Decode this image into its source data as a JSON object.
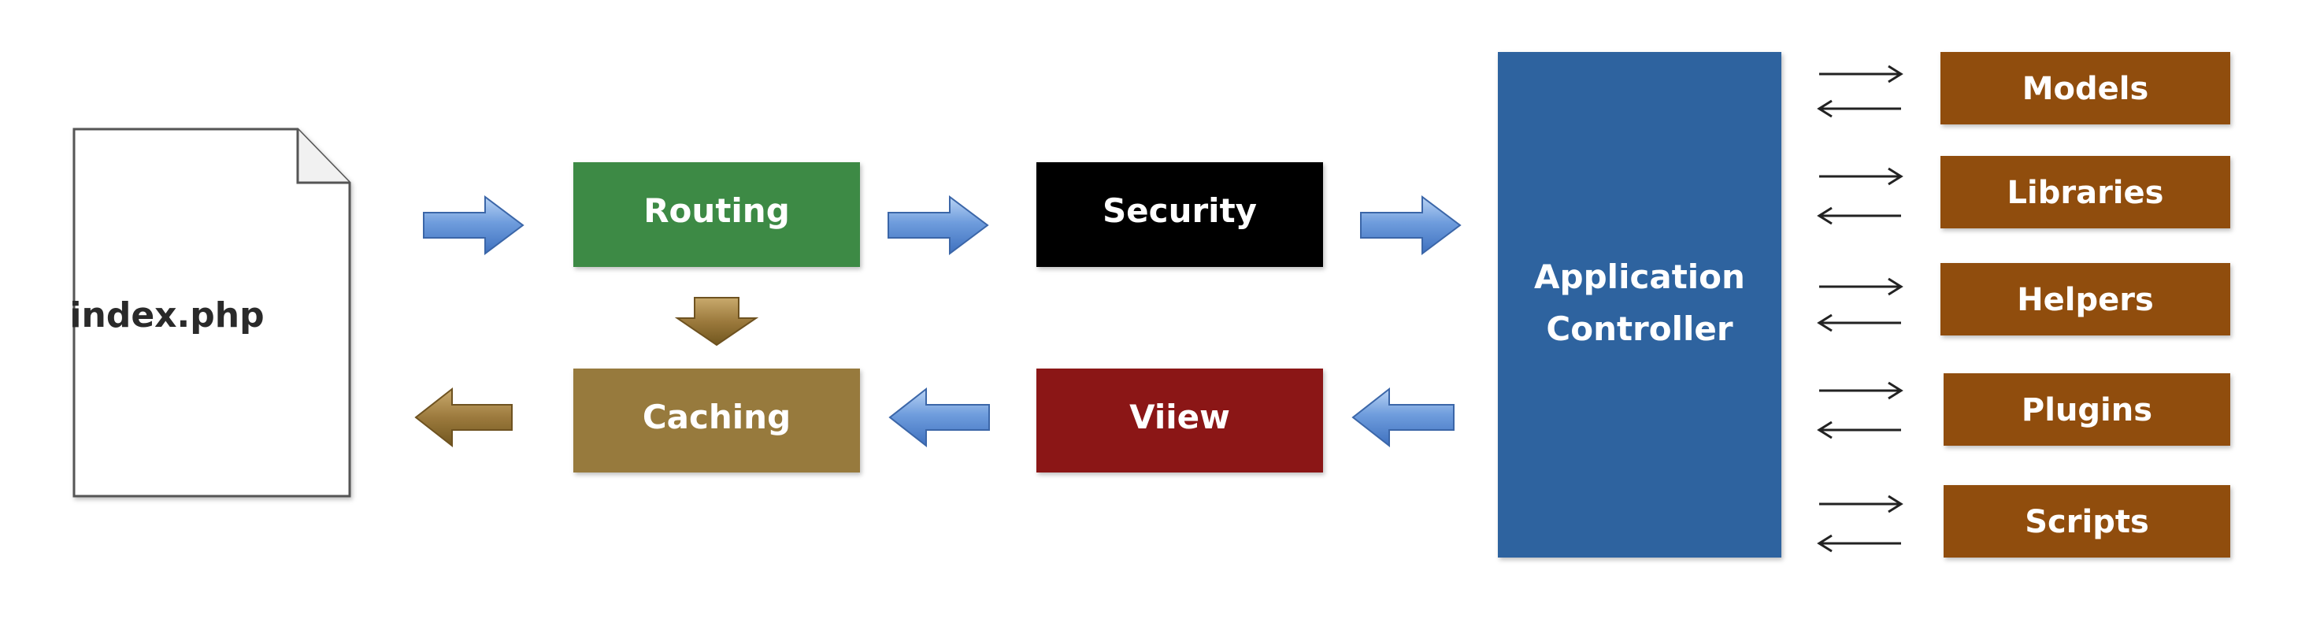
{
  "diagram": {
    "file_label": "index.php",
    "nodes": {
      "routing": "Routing",
      "security": "Security",
      "caching": "Caching",
      "view": "Viiew",
      "controller_line1": "Application",
      "controller_line2": "Controller"
    },
    "resources": [
      "Models",
      "Libraries",
      "Helpers",
      "Plugins",
      "Scripts"
    ]
  },
  "colors": {
    "routing": "#3d8a45",
    "security": "#000000",
    "caching": "#977a3c",
    "view": "#8b1616",
    "controller": "#2f649f",
    "resource": "#904d0d",
    "flow_arrow": "#5f8fd2",
    "cache_arrow": "#9a7a3f"
  }
}
